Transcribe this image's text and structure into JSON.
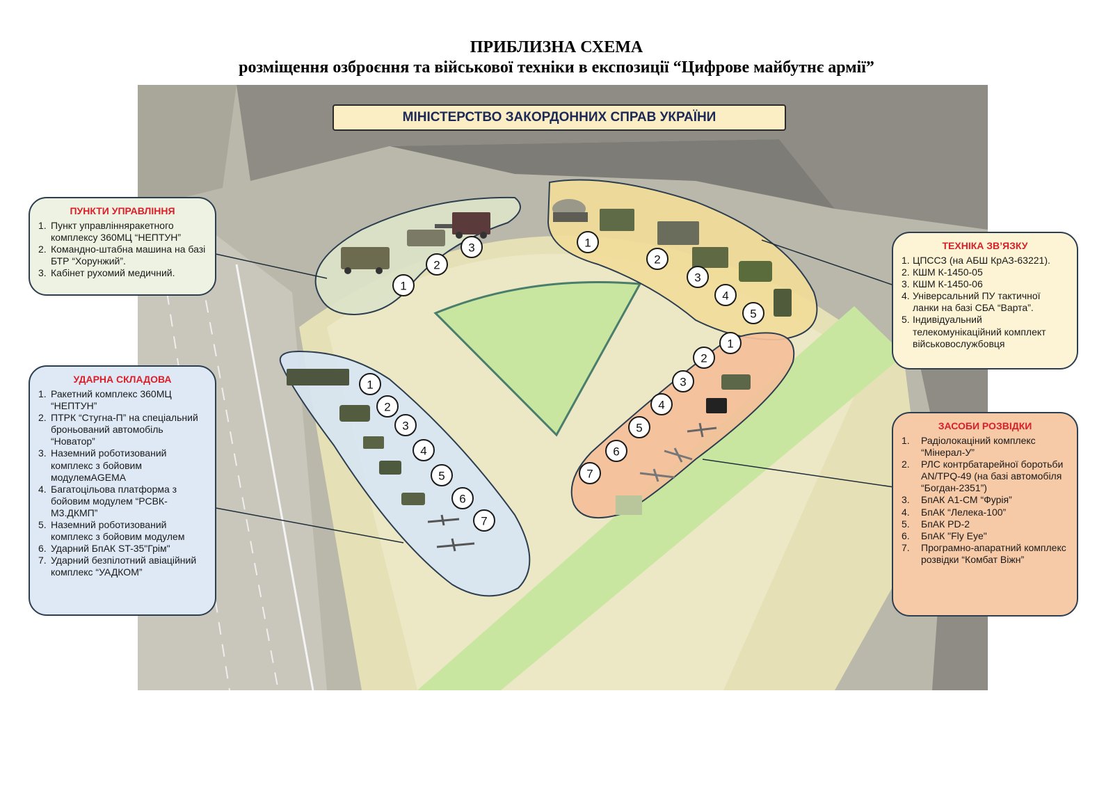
{
  "title": "ПРИБЛИЗНА СХЕМА",
  "subtitle": "розміщення озброєння та військової техніки в експозиції “Цифрове майбутнє армії”",
  "ministry_label": "МІНІСТЕРСТВО ЗАКОРДОННИХ СПРАВ УКРАЇНИ",
  "zones": {
    "command": {
      "title": "ПУНКТИ УПРАВЛІННЯ",
      "items": [
        {
          "n": "1.",
          "text": "Пункт управлінняракетного комплексу 360МЦ “НЕПТУН”"
        },
        {
          "n": "2.",
          "text": "Командно-штабна машина на базі БТР “Хорунжий”."
        },
        {
          "n": "3.",
          "text": "Кабінет рухомий медичний."
        }
      ],
      "markers": [
        "1",
        "2",
        "3"
      ],
      "color": "#dbe3c9"
    },
    "strike": {
      "title": "УДАРНА СКЛАДОВА",
      "items": [
        {
          "n": "1.",
          "text": "Ракетний комплекс 360МЦ “НЕПТУН”"
        },
        {
          "n": "2.",
          "text": "ПТРК “Стугна-П” на спеціальний броньований автомобіль “Новатор”"
        },
        {
          "n": "3.",
          "text": "Наземний роботизований комплекс з бойовим модулемAGEMA"
        },
        {
          "n": "4.",
          "text": "Багатоцільова платформа з бойовим модулем “РСВК-М3.ДКМП”"
        },
        {
          "n": "5.",
          "text": "Наземний роботизований комплекс з бойовим модулем"
        },
        {
          "n": "6.",
          "text": "Ударний БпАК ST-35\"Грім\""
        },
        {
          "n": "7.",
          "text": "Ударний безпілотний авіаційний комплекс “УАДКОМ”"
        }
      ],
      "markers": [
        "1",
        "2",
        "3",
        "4",
        "5",
        "6",
        "7"
      ],
      "color": "#d7e5f2"
    },
    "comm": {
      "title": "ТЕХНІКА ЗВ’ЯЗКУ",
      "items": [
        {
          "n": "1.",
          "text": "ЦПССЗ (на АБШ КрАЗ-63221)."
        },
        {
          "n": "2.",
          "text": "КШМ К-1450-05"
        },
        {
          "n": "3.",
          "text": "КШМ К-1450-06"
        },
        {
          "n": "4.",
          "text": "Універсальний ПУ тактичної ланки на базі СБА “Варта”."
        },
        {
          "n": "5.",
          "text": "Індивідуальний телекомунікаційний комплект військовослужбовця"
        }
      ],
      "markers": [
        "1",
        "2",
        "3",
        "4",
        "5"
      ],
      "color": "#f1dc9a"
    },
    "recon": {
      "title": "ЗАСОБИ РОЗВІДКИ",
      "items": [
        {
          "n": "1.",
          "text": "Радіолокаціний комплекс “Мінерал-У”"
        },
        {
          "n": "2.",
          "text": "РЛС контрбатарейної боротьби AN/TPQ-49 (на базі автомобіля “Богдан-2351”)"
        },
        {
          "n": "3.",
          "text": "БпАК А1-СМ “Фурія”"
        },
        {
          "n": "4.",
          "text": "БпАК “Лелека-100”"
        },
        {
          "n": "5.",
          "text": "БпАК PD-2"
        },
        {
          "n": "6.",
          "text": "БпАК \"Fly Eye\""
        },
        {
          "n": "7.",
          "text": "Програмно-апаратний комплекс розвідки “Комбат Віжн”"
        }
      ],
      "markers": [
        "1",
        "2",
        "3",
        "4",
        "5",
        "6",
        "7"
      ],
      "color": "#f4c09a"
    }
  },
  "colors": {
    "map_background": "#b9b7a9",
    "building": "#8f8d86",
    "plaza": "#e8e3b8",
    "lawn": "#c9e6a0",
    "lawn_border": "#4a7d6b",
    "legend_border": "#2c3e50",
    "title_red": "#d8202a"
  }
}
